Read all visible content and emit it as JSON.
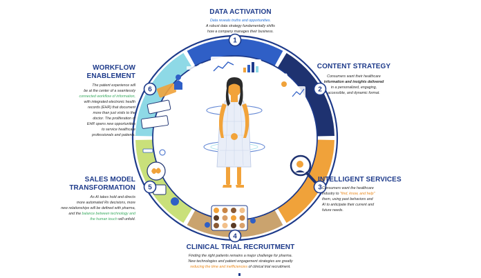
{
  "colors": {
    "navy": "#1d3a8a",
    "seg1": "#2f5fc6",
    "seg2": "#1e3270",
    "seg3": "#f0a23a",
    "seg4": "#caa36e",
    "seg5": "#c9e07a",
    "seg6": "#8ed9e6",
    "ring_inner": "#e6ecf8",
    "figure_skin": "#f2a33a",
    "gown": "#e9eef8",
    "hair": "#2b2b2b"
  },
  "segments": [
    {
      "num": "1",
      "icon": "analytics-dashboard-icon"
    },
    {
      "num": "2",
      "icon": "mobile-content-icon"
    },
    {
      "num": "3",
      "icon": "magnifier-search-icon"
    },
    {
      "num": "4",
      "icon": "patient-grid-icon"
    },
    {
      "num": "5",
      "icon": "ai-brain-icon"
    },
    {
      "num": "6",
      "icon": "ehr-records-icon"
    }
  ],
  "sections": {
    "data_activation": {
      "title": "DATA ACTIVATION",
      "l1": "Data reveals truths and opportunities.",
      "l2": "A robust data strategy fundamentally shifts",
      "l3": "how a company manages their business."
    },
    "content_strategy": {
      "title": "CONTENT STRATEGY",
      "l1": "Consumers want their healthcare",
      "l2": "information and insights delivered",
      "l3": "in a personalized, engaging,",
      "l4": "accessible, and dynamic format."
    },
    "intelligent_services": {
      "title": "INTELLIGENT SERVICES",
      "l1": "Consumers want the healthcare",
      "l2a": "industry to ",
      "l2b": "\"find, know, and help\"",
      "l3": "them, using past behaviors and",
      "l4": "AI to anticipate their current and",
      "l5": "future needs."
    },
    "clinical_trial": {
      "title": "CLINICAL TRIAL RECRUITMENT",
      "l1": "Finding the right patients remains a major challenge for pharma.",
      "l2": "New technologies and patient engagement strategies are greatly",
      "l3a": "reducing the time and inefficiencies",
      "l3b": " of clinical trial recruitment."
    },
    "sales_model": {
      "title1": "SALES MODEL",
      "title2": "TRANSFORMATION",
      "l1": "As AI takes hold and directs",
      "l2": "more automated Rx decisions, more",
      "l3": "new relationships will be defined with pharma,",
      "l4a": "and the ",
      "l4b": "balance between technology and",
      "l5a": "the human touch",
      "l5b": " will unfold."
    },
    "workflow": {
      "title1": "WORKFLOW",
      "title2": "ENABLEMENT",
      "l1": "The patient experience will",
      "l2": "be at the center of a seamlessly",
      "l3": "connected workflow of information,",
      "l4": "with integrated electronic health",
      "l5": "records (EHR) that document",
      "l6": "more than just visits to the",
      "l7": "doctor.  The proliferation of",
      "l8": "EHR opens new opportunities",
      "l9": "to service healthcare",
      "l10": "professionals and patients."
    }
  }
}
